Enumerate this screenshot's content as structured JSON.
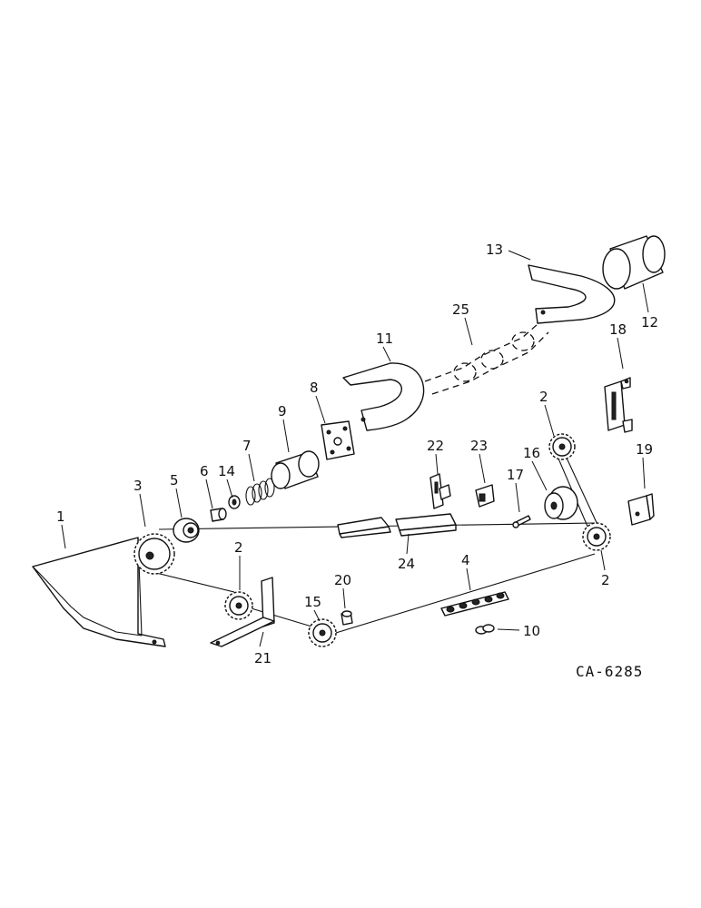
{
  "drawing_number": "CA-6285",
  "callouts": {
    "c1": "1",
    "c2a": "2",
    "c2b": "2",
    "c2c": "2",
    "c3": "3",
    "c4": "4",
    "c5": "5",
    "c6": "6",
    "c7": "7",
    "c8": "8",
    "c9": "9",
    "c10": "10",
    "c11": "11",
    "c12": "12",
    "c13": "13",
    "c14": "14",
    "c15": "15",
    "c16": "16",
    "c17": "17",
    "c18": "18",
    "c19": "19",
    "c20": "20",
    "c21": "21",
    "c22": "22",
    "c23": "23",
    "c24": "24",
    "c25": "25"
  }
}
